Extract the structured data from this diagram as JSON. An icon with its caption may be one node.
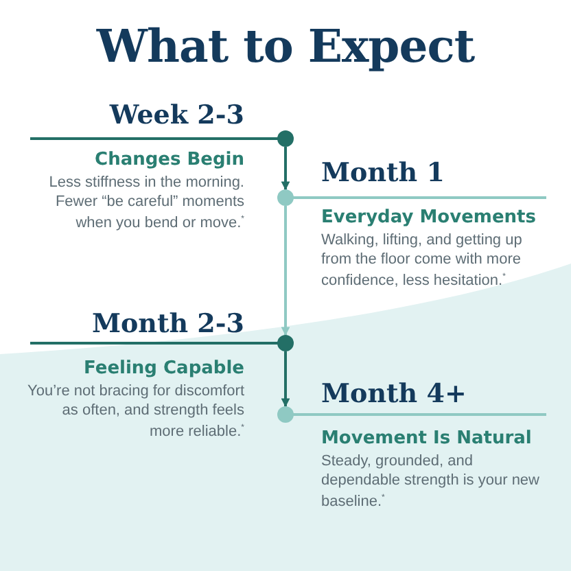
{
  "diagram": {
    "title": "What to Expect",
    "nodes": [
      {
        "text": [
          "Week 2-3",
          "Changes Begin",
          "Less stiffness in the morning. Fewer “be careful” moments when you bend or move.$^{*}$"
        ]
      },
      {
        "text": [
          "Month 1",
          "Everyday Movements",
          "Walking, lifting, and getting up from the floor come with more confidence, less hesitation.$^{*}$"
        ]
      },
      {
        "text": [
          "Month 2-3",
          "Feeling Capable",
          "You’re not bracing for discomfort as often, and strength feels more reliable.$^{*}$"
        ]
      },
      {
        "text": [
          "Month 4+",
          "Movement Is Natural",
          "Steady, grounded, and dependable strength is your new baseline.$^{*}$"
        ]
      },
      {
        "text": [],
        "shape": "circle"
      },
      {
        "text": [],
        "shape": "circle"
      },
      {
        "text": [],
        "shape": "circle"
      },
      {
        "text": [],
        "shape": "circle"
      }
    ],
    "edges": [
      {
        "from": 4,
        "to": 5,
        "arrow": "to"
      },
      {
        "from": 5,
        "to": 6,
        "arrow": "to",
        "color": "#8fc9c3"
      },
      {
        "from": 6,
        "to": 7,
        "arrow": "to"
      }
    ]
  }
}
